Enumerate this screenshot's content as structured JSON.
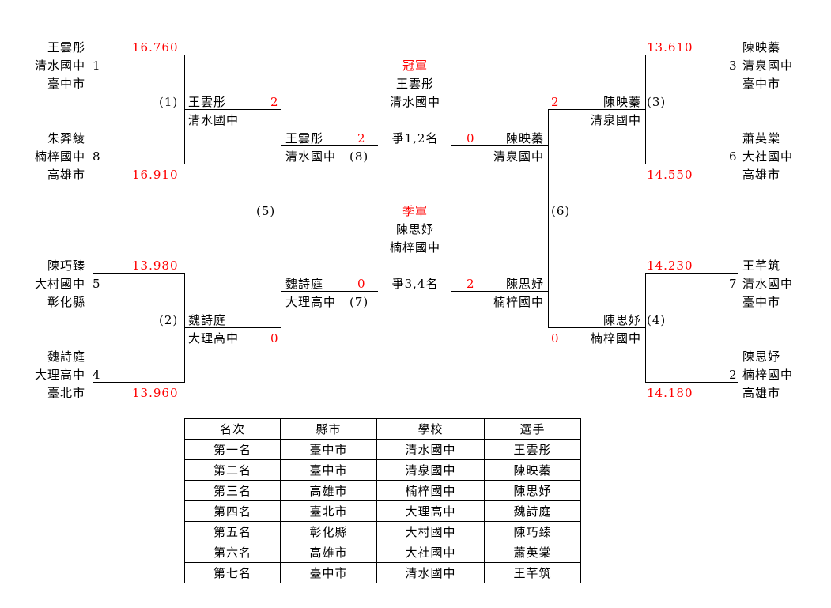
{
  "bracket": {
    "seeds": [
      {
        "name": "王雲彤",
        "school": "清水國中",
        "city": "臺中市",
        "seed": "1",
        "score": "16.760"
      },
      {
        "name": "朱羿綾",
        "school": "楠梓國中",
        "city": "高雄市",
        "seed": "8",
        "score": "16.910"
      },
      {
        "name": "陳巧臻",
        "school": "大村國中",
        "city": "彰化縣",
        "seed": "5",
        "score": "13.980"
      },
      {
        "name": "魏詩庭",
        "school": "大理高中",
        "city": "臺北市",
        "seed": "4",
        "score": "13.960"
      },
      {
        "name": "陳映蓁",
        "school": "清泉國中",
        "city": "臺中市",
        "seed": "3",
        "score": "13.610"
      },
      {
        "name": "蕭英棠",
        "school": "大社國中",
        "city": "高雄市",
        "seed": "6",
        "score": "14.550"
      },
      {
        "name": "王芊筑",
        "school": "清水國中",
        "city": "臺中市",
        "seed": "7",
        "score": "14.230"
      },
      {
        "name": "陳思妤",
        "school": "楠梓國中",
        "city": "高雄市",
        "seed": "2",
        "score": "14.180"
      }
    ],
    "round2": [
      {
        "match": "(1)",
        "name": "王雲彤",
        "school": "清水國中",
        "score": "2"
      },
      {
        "match": "(2)",
        "name": "魏詩庭",
        "school": "大理高中",
        "score": "0"
      },
      {
        "match": "(3)",
        "name": "陳映蓁",
        "school": "清泉國中",
        "score": "2"
      },
      {
        "match": "(4)",
        "name": "陳思妤",
        "school": "楠梓國中",
        "score": "0"
      }
    ],
    "semis": [
      {
        "match": "(5)"
      },
      {
        "match": "(6)"
      }
    ],
    "final_left": {
      "name": "王雲彤",
      "school": "清水國中",
      "match": "(8)",
      "score": "2"
    },
    "final_right": {
      "name": "陳映蓁",
      "school": "清泉國中",
      "score": "0"
    },
    "third_left": {
      "name": "魏詩庭",
      "school": "大理高中",
      "match": "(7)",
      "score": "0"
    },
    "third_right": {
      "name": "陳思妤",
      "school": "楠梓國中",
      "score": "2"
    },
    "champion": {
      "title": "冠軍",
      "name": "王雲彤",
      "school": "清水國中"
    },
    "third_place": {
      "title": "季軍",
      "name": "陳思妤",
      "school": "楠梓國中"
    },
    "final_label": "爭1,2名",
    "third_label": "爭3,4名"
  },
  "ranking": {
    "headers": [
      "名次",
      "縣市",
      "學校",
      "選手"
    ],
    "rows": [
      [
        "第一名",
        "臺中市",
        "清水國中",
        "王雲彤"
      ],
      [
        "第二名",
        "臺中市",
        "清泉國中",
        "陳映蓁"
      ],
      [
        "第三名",
        "高雄市",
        "楠梓國中",
        "陳思妤"
      ],
      [
        "第四名",
        "臺北市",
        "大理高中",
        "魏詩庭"
      ],
      [
        "第五名",
        "彰化縣",
        "大村國中",
        "陳巧臻"
      ],
      [
        "第六名",
        "高雄市",
        "大社國中",
        "蕭英棠"
      ],
      [
        "第七名",
        "臺中市",
        "清水國中",
        "王芊筑"
      ]
    ]
  },
  "colors": {
    "score": "#ff0000",
    "line": "#000000"
  }
}
